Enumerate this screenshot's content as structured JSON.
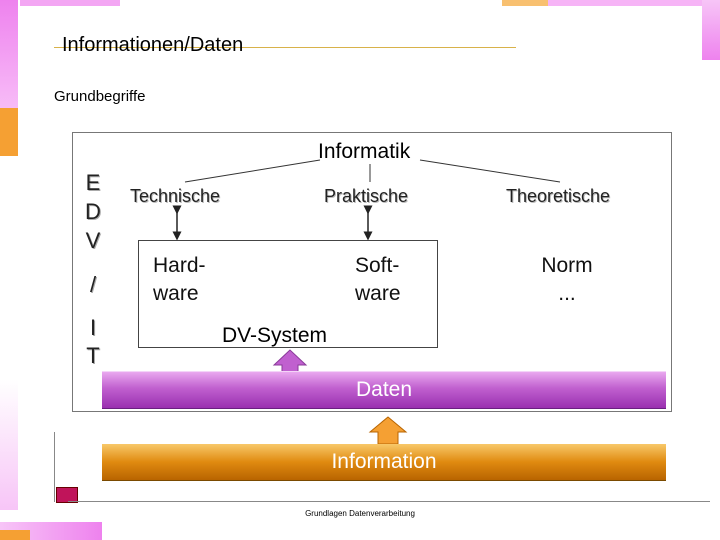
{
  "slide": {
    "title": "Informationen/Daten",
    "subtitle": "Grundbegriffe",
    "footer": "Grundlagen Datenverarbeitung"
  },
  "diagram": {
    "vertical_label": [
      "E",
      "D",
      "V",
      "/",
      "I",
      "T"
    ],
    "root": "Informatik",
    "branches": {
      "technische": "Technische",
      "praktische": "Praktische",
      "theoretische": "Theoretische"
    },
    "leaves": {
      "hardware": [
        "Hard-",
        "ware"
      ],
      "software": [
        "Soft-",
        "ware"
      ],
      "norm": [
        "Norm",
        "..."
      ]
    },
    "dv_system": "DV-System",
    "daten": "Daten",
    "information": "Information"
  },
  "colors": {
    "accent_magenta": "#ee82ee",
    "accent_orange": "#f5a033",
    "daten_bar": "#c060cf",
    "information_bar": "#e08a10"
  }
}
